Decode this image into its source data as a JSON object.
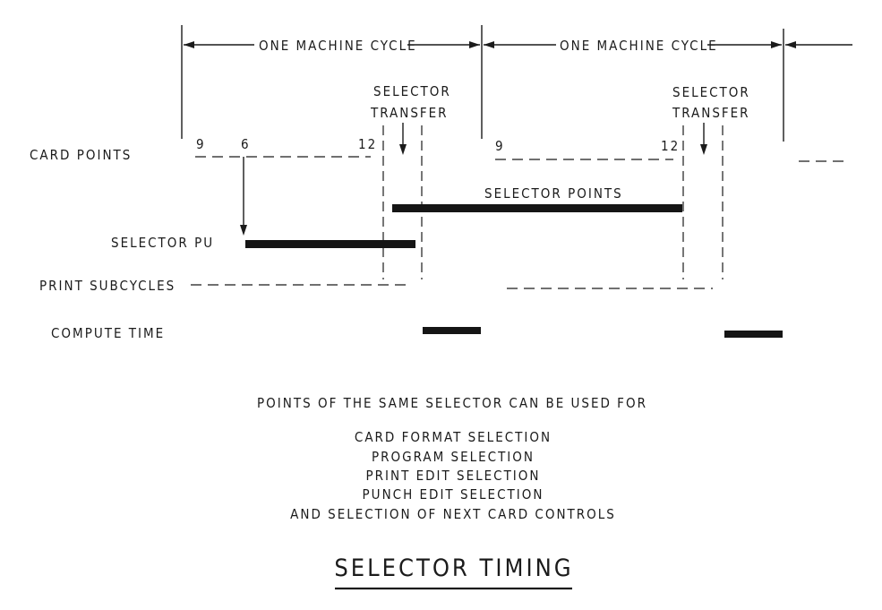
{
  "cycle_labels": [
    "ONE MACHINE CYCLE",
    "ONE MACHINE CYCLE"
  ],
  "selector_transfer": {
    "line1": "SELECTOR",
    "line2": "TRANSFER"
  },
  "rows": {
    "card_points": "CARD POINTS",
    "selector_pu": "SELECTOR PU",
    "print_subcycles": "PRINT SUBCYCLES",
    "compute_time": "COMPUTE TIME"
  },
  "card_point_numbers": {
    "cycle1": [
      "9",
      "6",
      "12"
    ],
    "cycle2": [
      "9",
      "12"
    ]
  },
  "selector_points_label": "SELECTOR POINTS",
  "notes": {
    "intro": "POINTS OF THE SAME SELECTOR CAN BE USED FOR",
    "uses": [
      "CARD FORMAT SELECTION",
      "PROGRAM SELECTION",
      "PRINT EDIT SELECTION",
      "PUNCH EDIT SELECTION",
      "AND SELECTION OF NEXT CARD CONTROLS"
    ]
  },
  "title": "SELECTOR TIMING"
}
